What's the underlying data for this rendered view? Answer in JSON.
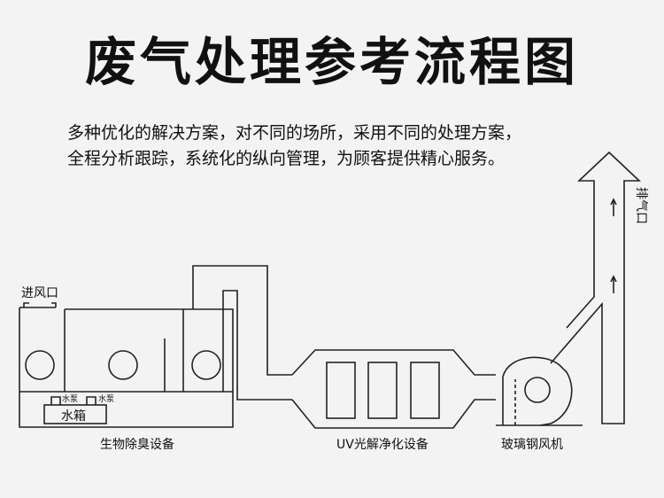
{
  "title": "废气处理参考流程图",
  "description": [
    "多种优化的解决方案，对不同的场所，采用不同的处理方案，",
    "全程分析跟踪，系统化的纵向管理，为顾客提供精心服务。"
  ],
  "labels": {
    "air_inlet": "进风口",
    "exhaust_outlet": "排气口",
    "pump_left": "水泵",
    "pump_right": "水泵",
    "water_tank": "水箱",
    "bio_equipment": "生物除臭设备",
    "uv_equipment": "UV光解净化设备",
    "fan": "玻璃钢风机"
  }
}
